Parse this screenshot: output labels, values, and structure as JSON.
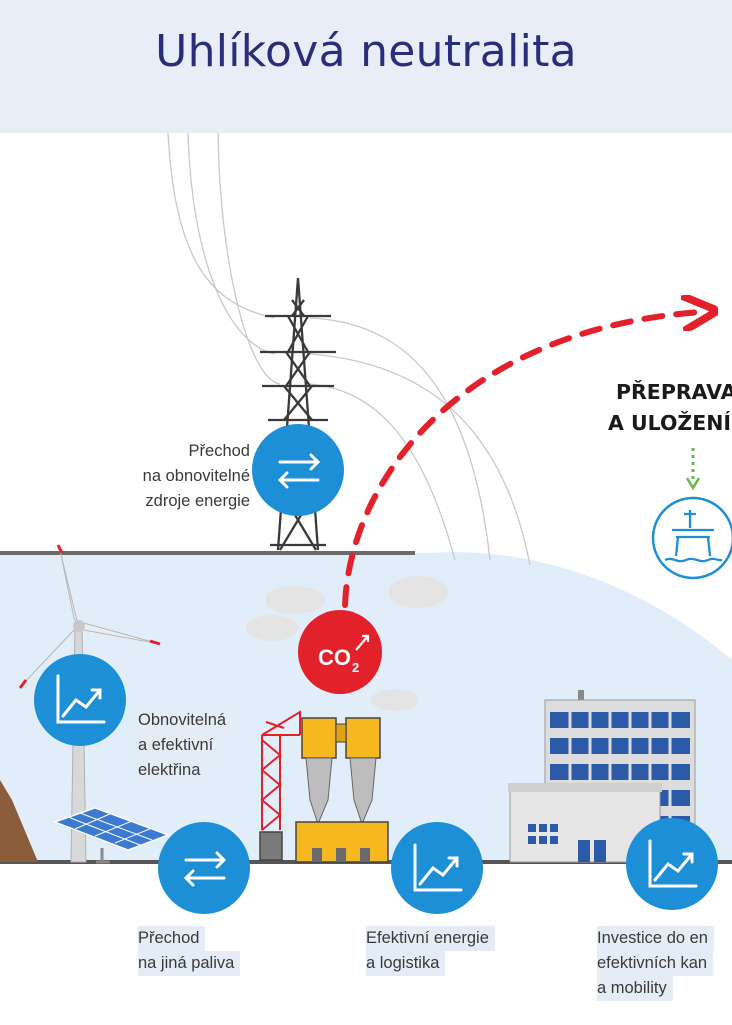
{
  "header": {
    "title": "Uhlíková neutralita"
  },
  "labels": {
    "renewable_transition": [
      "Přechod",
      "na obnovitelné",
      "zdroje energie"
    ],
    "renewable_electricity": [
      "Obnovitelná",
      "a efektivní",
      "elektřina"
    ],
    "fuel_transition": [
      "Přechod",
      "na jiná paliva"
    ],
    "efficient_energy": [
      "Efektivní energie",
      "a logistika"
    ],
    "investment": [
      "Investice do en",
      "efektivních kan",
      "a mobility"
    ]
  },
  "transport_title": [
    "PŘEPRAVA",
    "A ULOŽENÍ"
  ],
  "co2_badge": {
    "text": "CO",
    "sub": "2"
  },
  "icons": {
    "swap": "swap-arrows-icon",
    "growth": "growth-chart-icon",
    "offshore": "offshore-platform-icon"
  },
  "colors": {
    "title": "#2a2e7a",
    "header_bg": "#e8edf8",
    "icon_blue": "#1d8fd6",
    "co2_red": "#e3212a",
    "ground_bg": "#e1eefa",
    "factory_yellow": "#f5b81e",
    "building_blue": "#2b5aa8"
  }
}
